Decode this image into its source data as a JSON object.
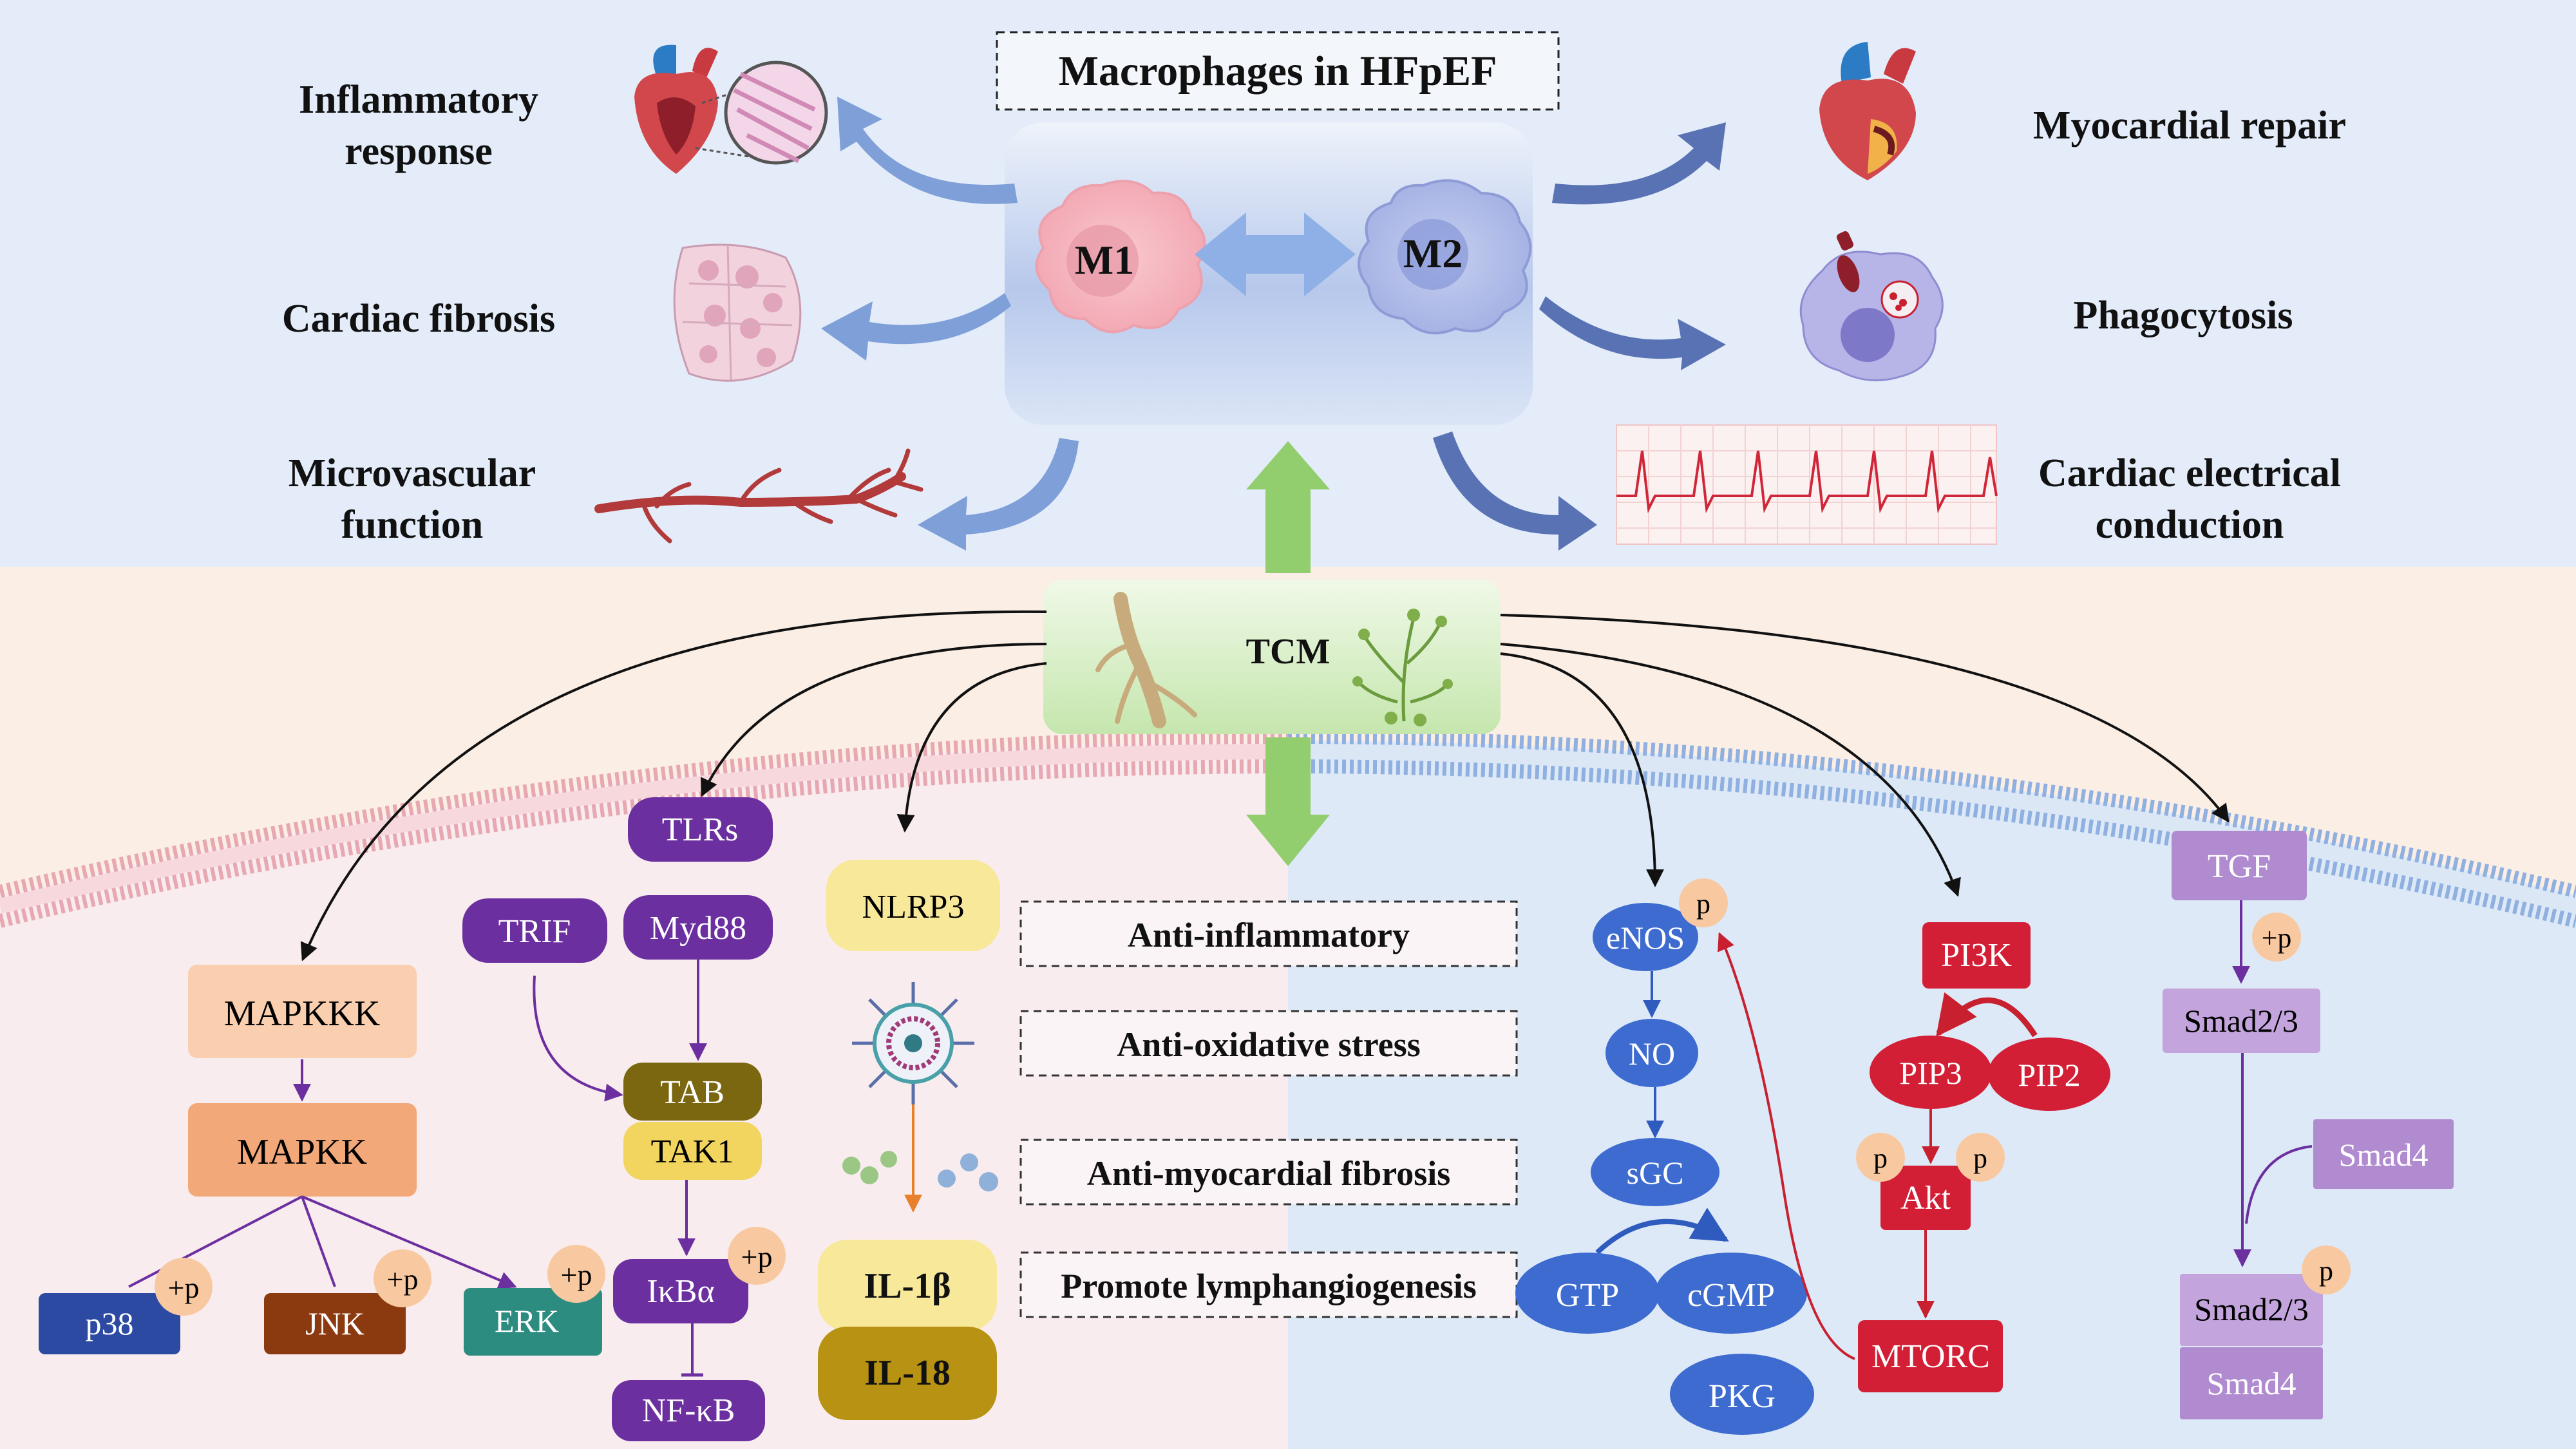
{
  "title": "Macrophages in HFpEF",
  "macrophages": {
    "m1": "M1",
    "m2": "M2"
  },
  "left_effects": [
    {
      "lines": [
        "Inflammatory",
        "response"
      ]
    },
    {
      "lines": [
        "Cardiac fibrosis"
      ]
    },
    {
      "lines": [
        "Microvascular",
        "function"
      ]
    }
  ],
  "right_effects": [
    {
      "lines": [
        "Myocardial repair"
      ]
    },
    {
      "lines": [
        "Phagocytosis"
      ]
    },
    {
      "lines": [
        "Cardiac electrical",
        "conduction"
      ]
    }
  ],
  "tcm": "TCM",
  "effects": [
    "Anti-inflammatory",
    "Anti-oxidative stress",
    "Anti-myocardial fibrosis",
    "Promote lymphangiogenesis"
  ],
  "mapk": {
    "mapkkk": "MAPKKK",
    "mapkk": "MAPKK",
    "p38": "p38",
    "jnk": "JNK",
    "erk": "ERK"
  },
  "tlr": {
    "tlrs": "TLRs",
    "trif": "TRIF",
    "myd88": "Myd88",
    "tab": "TAB",
    "tak1": "TAK1",
    "ikba": "IκBα",
    "nfkb": "NF-κB"
  },
  "nlrp3": {
    "nlrp3": "NLRP3",
    "il1b": "IL-1β",
    "il18": "IL-18"
  },
  "nos": {
    "enos": "eNOS",
    "no": "NO",
    "sgc": "sGC",
    "gtp": "GTP",
    "cgmp": "cGMP",
    "pkg": "PKG"
  },
  "pi3k": {
    "pi3k": "PI3K",
    "pip3": "PIP3",
    "pip2": "PIP2",
    "akt": "Akt",
    "mtorc": "MTORC"
  },
  "tgf": {
    "tgf": "TGF",
    "smad23": "Smad2/3",
    "smad4": "Smad4",
    "complex_smad23": "Smad2/3",
    "complex_smad4": "Smad4"
  },
  "phos": {
    "plus_p": "+p",
    "p": "p"
  },
  "colors": {
    "top_bg": "#e3ecf8",
    "left_bg": "#fbeee4",
    "left_lower_bg": "#f9ecee",
    "right_lower_bg": "#dde9f7",
    "m_arrow": "#7f9fd9",
    "tcm_arrow": "#92cd6e",
    "purple": "#6b2fa0",
    "blue": "#3d6bd0",
    "red": "#d21f36",
    "lilac": "#b08bd0",
    "phospho": "#f8c9a0"
  },
  "icons": [
    "heart-icon",
    "tissue-magnifier-icon",
    "fibrotic-cells-icon",
    "blood-vessel-icon",
    "repaired-heart-icon",
    "phagocyte-icon",
    "ecg-trace-icon",
    "ginseng-root-icon",
    "herb-plant-icon",
    "ros-nanoparticle-icon",
    "cytokine-dots-icon"
  ]
}
